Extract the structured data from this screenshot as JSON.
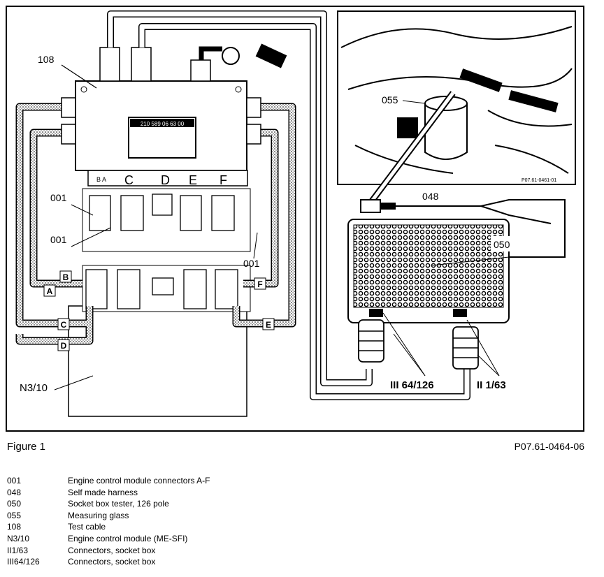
{
  "figure": {
    "title": "Figure 1",
    "code": "P07.61-0464-06"
  },
  "callouts": {
    "c108": "108",
    "c001a": "001",
    "c001b": "001",
    "c001c": "001",
    "cN310": "N3/10",
    "c055": "055",
    "c048": "048",
    "c050": "050",
    "cIII": "III 64/126",
    "cII": "II 1/63",
    "photo_code": "P07.61-0461-01",
    "ecu_label": "210 589 06 63 00"
  },
  "connector_letters_top": [
    "B A",
    "C",
    "D",
    "E",
    "F"
  ],
  "harness_letters": {
    "a": "A",
    "b": "B",
    "c": "C",
    "d": "D",
    "e": "E",
    "f": "F"
  },
  "legend": [
    {
      "code": "001",
      "desc": "Engine control module connectors A-F"
    },
    {
      "code": "048",
      "desc": "Self made harness"
    },
    {
      "code": "050",
      "desc": "Socket box tester, 126 pole"
    },
    {
      "code": "055",
      "desc": "Measuring glass"
    },
    {
      "code": "108",
      "desc": "Test cable"
    },
    {
      "code": "N3/10",
      "desc": "Engine control module (ME-SFI)"
    },
    {
      "code": "II1/63",
      "desc": "Connectors, socket box"
    },
    {
      "code": "III64/126",
      "desc": "Connectors, socket box"
    }
  ]
}
